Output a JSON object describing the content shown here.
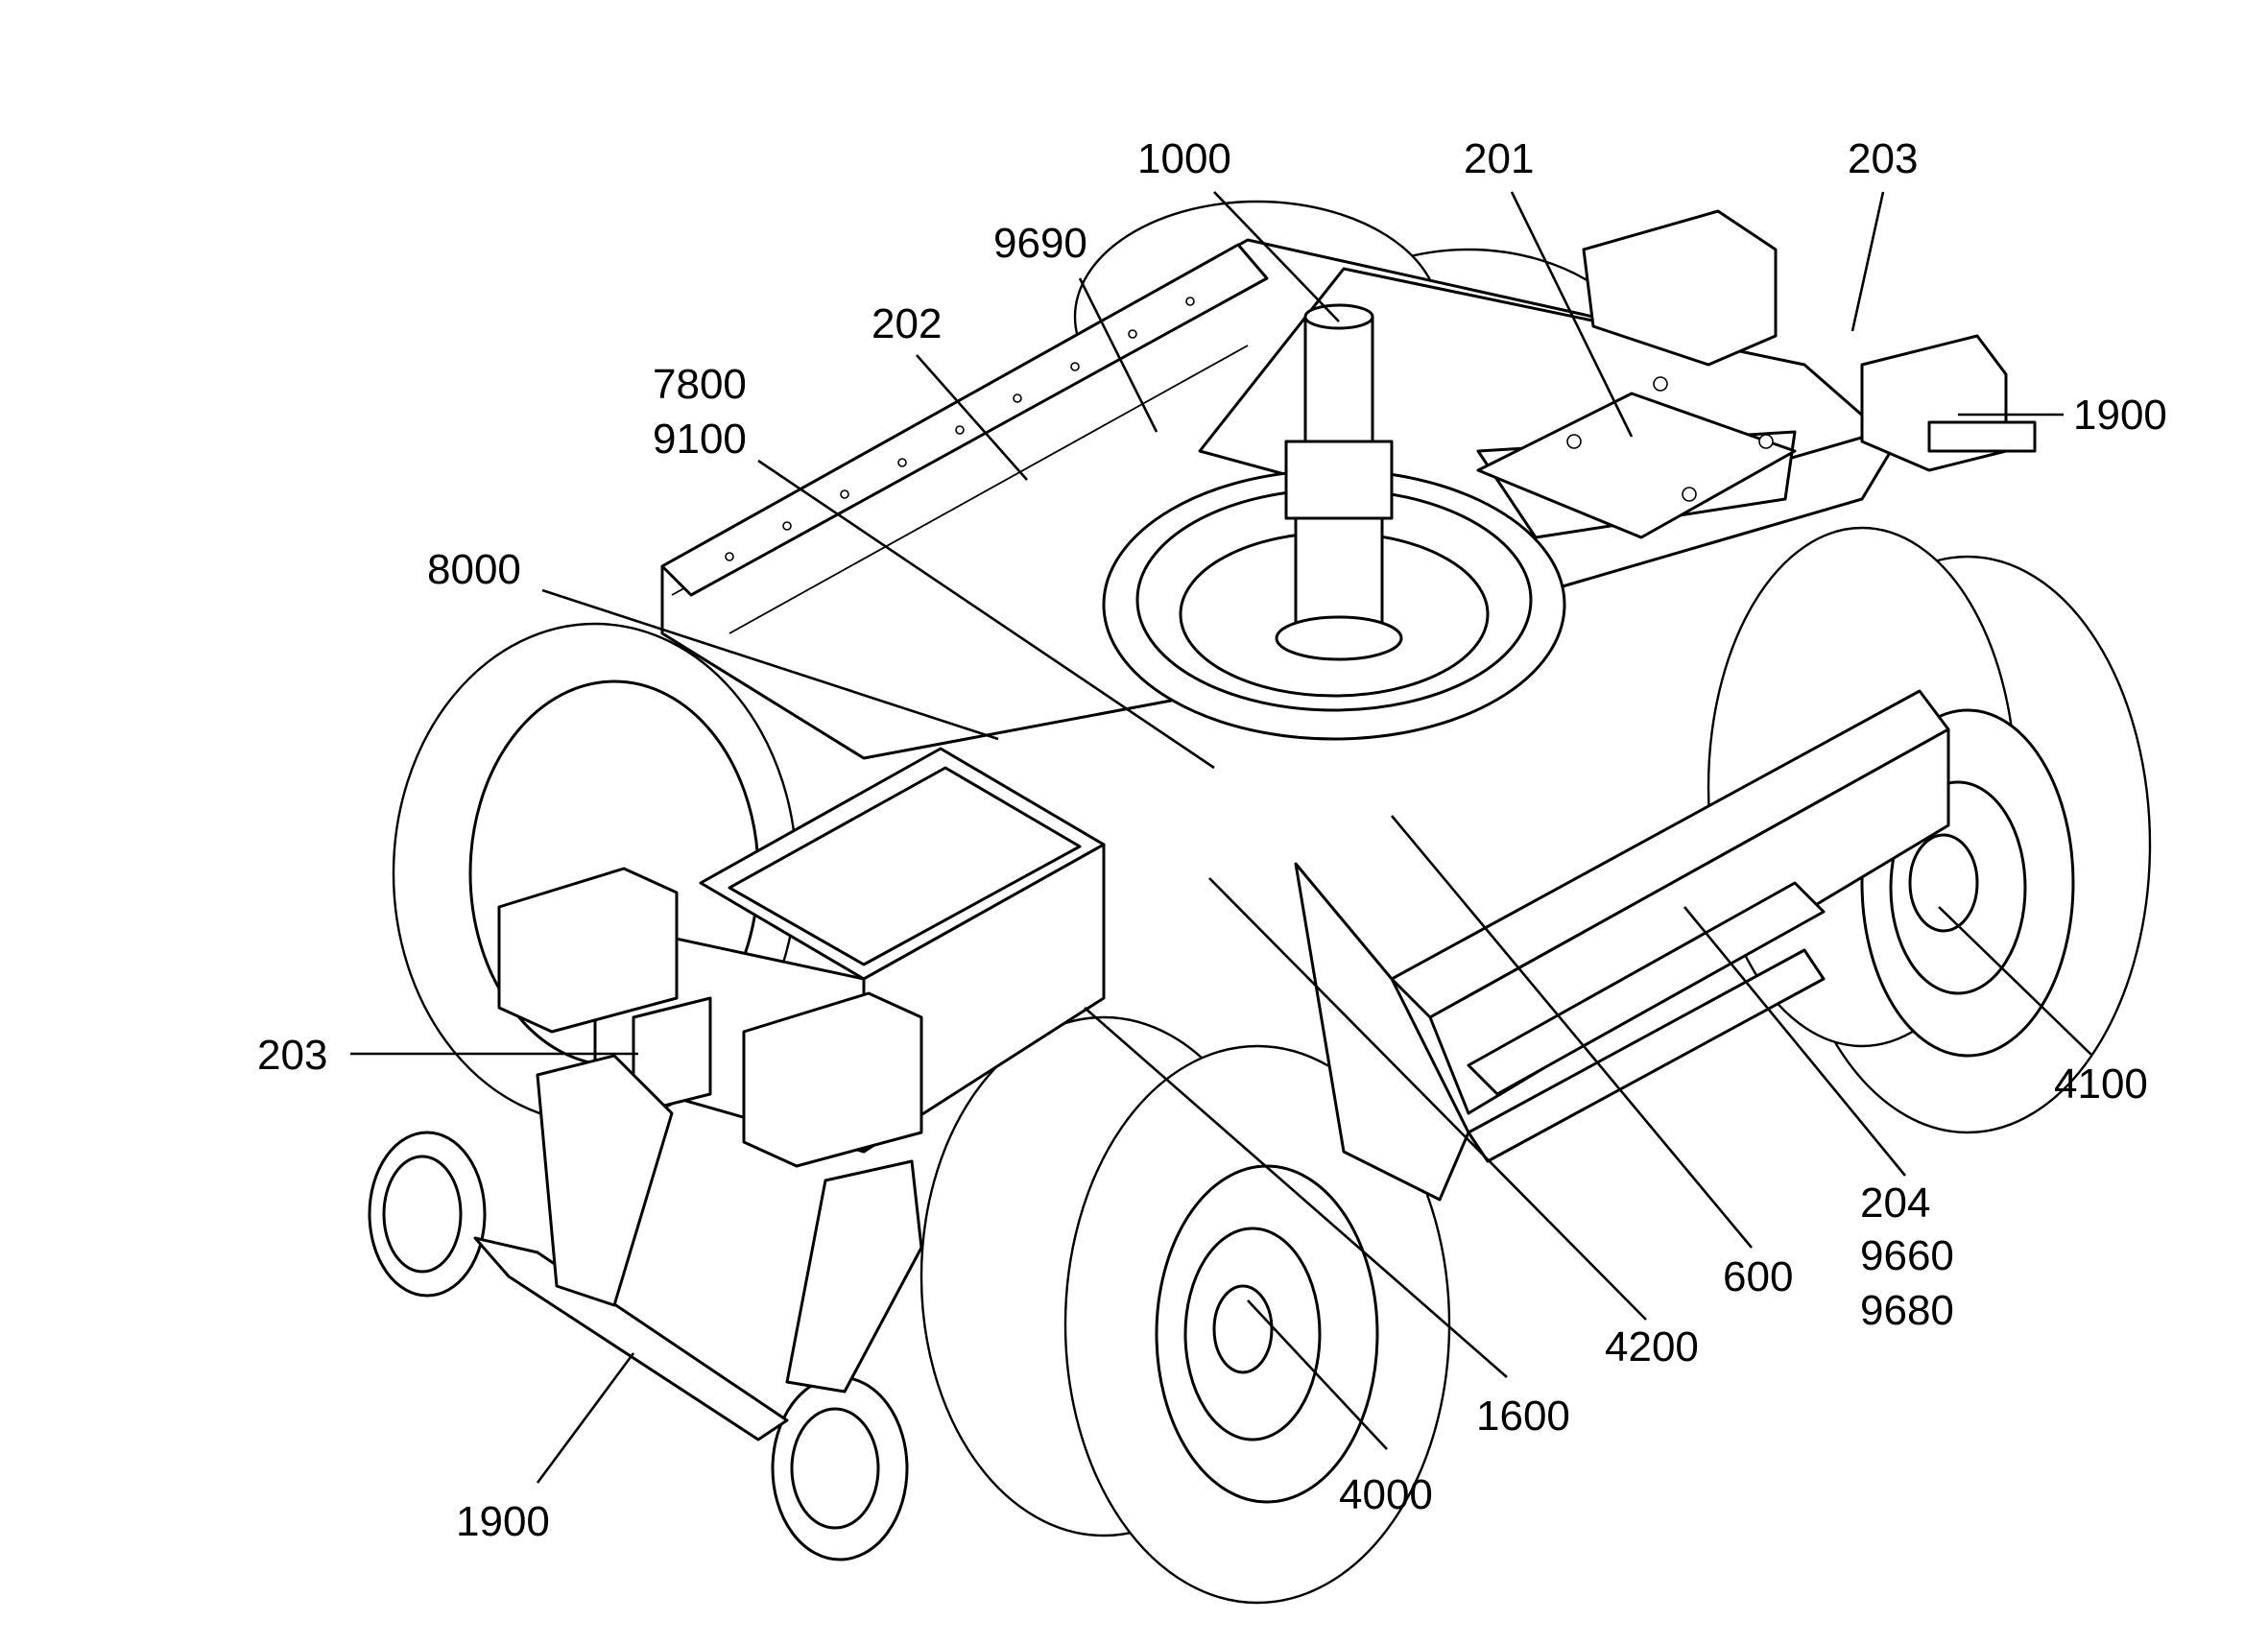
{
  "labels": {
    "l1000": "1000",
    "l201": "201",
    "l203_top": "203",
    "l9690": "9690",
    "l202": "202",
    "l7800": "7800",
    "l9100": "9100",
    "l1900_right": "1900",
    "l8000": "8000",
    "l203_left": "203",
    "l4100": "4100",
    "l204": "204",
    "l9660": "9660",
    "l9680": "9680",
    "l600": "600",
    "l4200": "4200",
    "l1600": "1600",
    "l4000": "4000",
    "l1900_left": "1900"
  }
}
